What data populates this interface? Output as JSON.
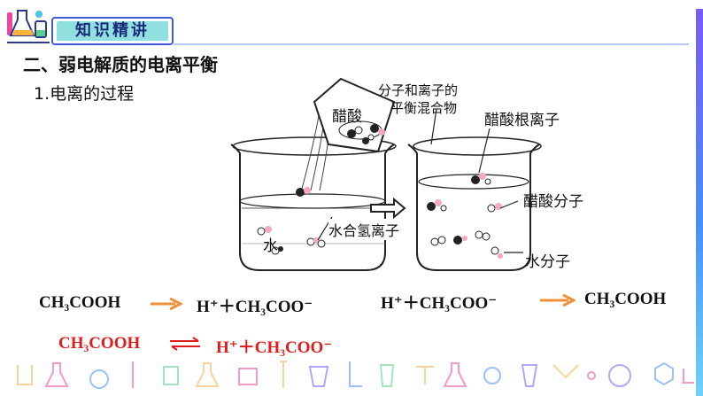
{
  "header": {
    "badge_text": "知识精讲"
  },
  "section": {
    "title": "二、弱电解质的电离平衡",
    "subtitle": "1.电离的过程"
  },
  "diagram": {
    "labels": {
      "acetic_acid": "醋酸",
      "mixture_line1": "分子和离子的",
      "mixture_line2": "平衡混合物",
      "acetate_ion": "醋酸根离子",
      "acetic_acid_molecule": "醋酸分子",
      "hydronium": "水合氢离子",
      "water": "水",
      "water_molecule": "水分子"
    }
  },
  "equations": {
    "forward": {
      "left": "CH₃COOH",
      "right": "H⁺＋CH₃COO⁻"
    },
    "reverse": {
      "left": "H⁺＋CH₃COO⁻",
      "right": "CH₃COOH"
    },
    "equilibrium": {
      "left": "CH₃COOH",
      "right": "H⁺＋CH₃COO⁻"
    }
  },
  "colors": {
    "accent_blue": "#3f5bd8",
    "badge_fill": "#8fe0de",
    "arrow_orange": "#f0903a",
    "equilibrium_red": "#e01b1b"
  }
}
